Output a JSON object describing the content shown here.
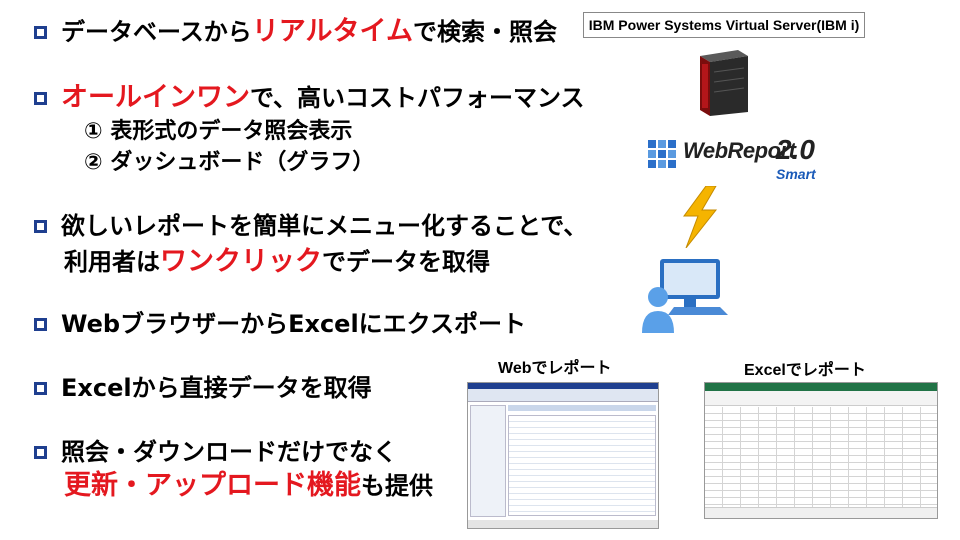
{
  "bullets": [
    {
      "pre": "データベースから",
      "red": "リアルタイム",
      "post": "で検索・照会"
    },
    {
      "pre": "",
      "red": "オールインワン",
      "post": "で、高いコストパフォーマンス"
    },
    {
      "pre": "欲しいレポートを簡単にメニュー化することで、",
      "red": "",
      "post": ""
    },
    {
      "pre": "Webブラウザーから",
      "red": "",
      "post": "Excelにエクスポート"
    },
    {
      "pre": "Excelから直接データを取得",
      "red": "",
      "post": ""
    },
    {
      "pre": "照会・ダウンロードだけでなく",
      "red": "",
      "post": ""
    }
  ],
  "sub_items": [
    {
      "num": "①",
      "text": "表形式のデータ照会表示"
    },
    {
      "num": "②",
      "text": "ダッシュボード（グラフ）"
    }
  ],
  "cont_lines": [
    {
      "pre": "利用者は",
      "red": "ワンクリック",
      "post": "でデータを取得"
    },
    {
      "pre": "",
      "red": "更新・アップロード機能",
      "post": "も提供"
    }
  ],
  "server_label": "IBM Power Systems Virtual Server(IBM i)",
  "logo": {
    "name": "WebReport",
    "version": "2.0",
    "tagline": "Smart"
  },
  "captions": {
    "web": "Webでレポート",
    "excel": "Excelでレポート"
  },
  "colors": {
    "accent_red": "#e4181f",
    "bullet_blue": "#1f3f8f",
    "bolt": "#f5b400",
    "excel_green": "#217346"
  },
  "icons": [
    "server-icon",
    "webreport-logo-icon",
    "lightning-icon",
    "user-computer-icon"
  ]
}
